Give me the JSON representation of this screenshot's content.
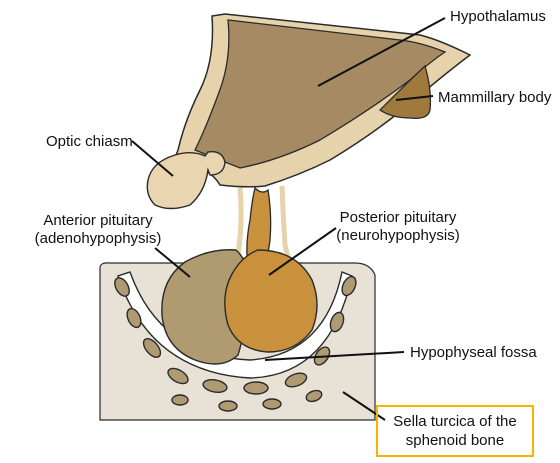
{
  "labels": {
    "hypothalamus": "Hypothalamus",
    "mammillary_body": "Mammillary body",
    "optic_chiasm": "Optic chiasm",
    "anterior_line1": "Anterior pituitary",
    "anterior_line2": "(adenohypophysis)",
    "posterior_line1": "Posterior pituitary",
    "posterior_line2": "(neurohypophysis)",
    "hypophyseal_fossa": "Hypophyseal fossa",
    "sella_line1": "Sella turcica of the",
    "sella_line2": "sphenoid bone"
  },
  "colors": {
    "hypothalamus_fill": "#a58a63",
    "outline_band": "#e6d2ab",
    "chiasm_fill": "#e9d6b0",
    "mammillary_fill": "#a07a3c",
    "anterior_fill": "#b09a70",
    "posterior_fill": "#c9913c",
    "stalk_fill": "#c9913c",
    "bone_fill": "#e8e2d6",
    "bone_hole_fill": "#b09a72",
    "highlight_box": "#f4b400"
  }
}
